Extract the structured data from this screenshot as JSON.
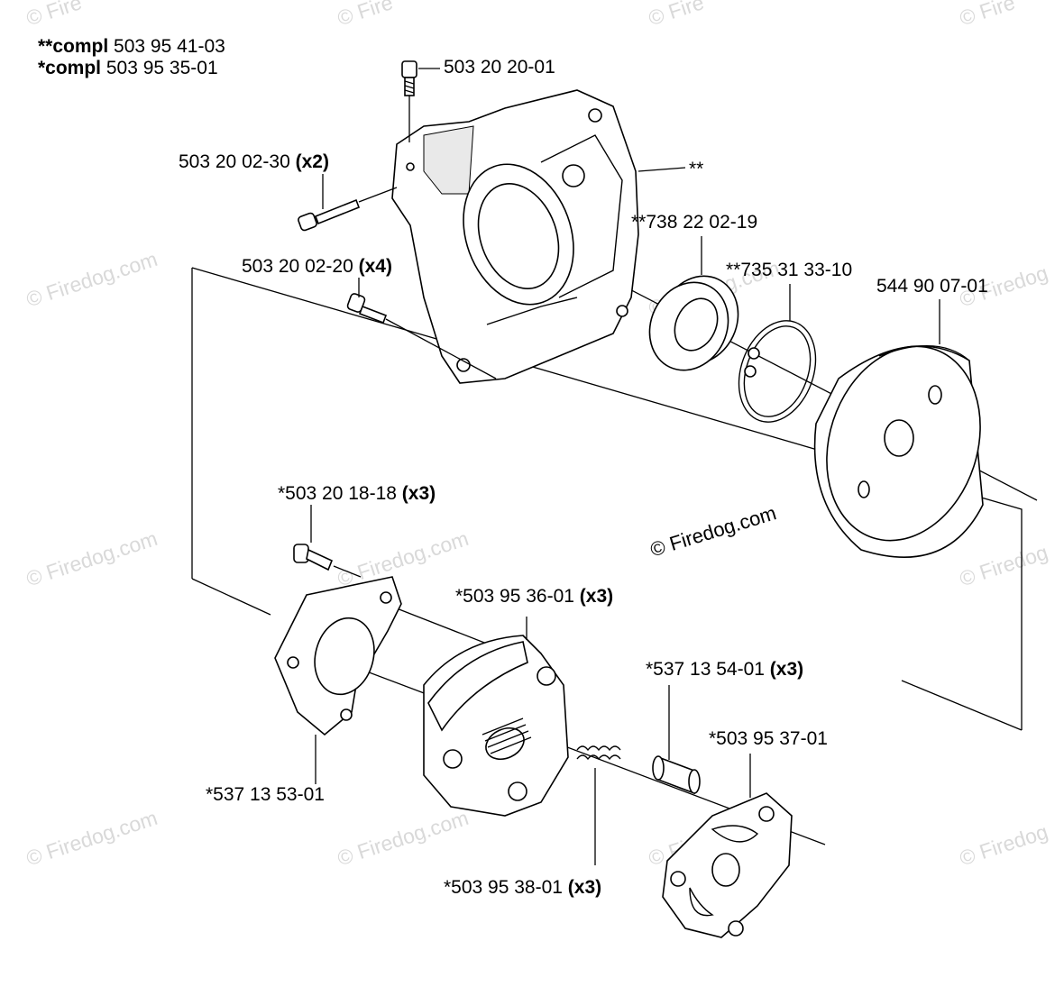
{
  "header": {
    "line1_prefix": "**compl",
    "line1_number": "503 95 41-03",
    "line2_prefix": "*compl",
    "line2_number": "503 95 35-01"
  },
  "callouts": {
    "screw_top": "503 20 20-01",
    "screw_x2": "503 20 02-30",
    "qty_x2": "(x2)",
    "housing_marker": "**",
    "bearing": "**738 22 02-19",
    "circlip": "**735 31 33-10",
    "drum": "544 90 07-01",
    "screw_x4": "503 20 02-20",
    "qty_x4": "(x4)",
    "bolt_x3": "*503 20 18-18",
    "qty_bolt": "(x3)",
    "shoe_x3": "*503 95 36-01",
    "qty_shoe": "(x3)",
    "sleeve_x3": "*537 13 54-01",
    "qty_sleeve": "(x3)",
    "hub": "*503 95 37-01",
    "plate": "*537 13 53-01",
    "spring_x3": "*503 95 38-01",
    "qty_spring": "(x3)"
  },
  "watermark": {
    "text": "© Firedog.com",
    "faint": "© Firedog",
    "faint_short": "© Fire"
  }
}
